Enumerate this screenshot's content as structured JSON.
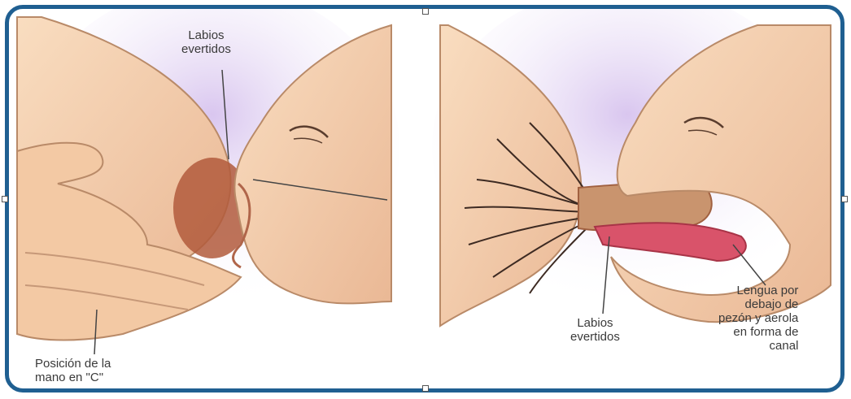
{
  "labels": {
    "top_left": [
      "Labios",
      "evertidos"
    ],
    "bottom_left": [
      "Posición de la",
      "mano en \"C\""
    ],
    "bottom_middle": [
      "Labios",
      "evertidos"
    ],
    "right": [
      "Lengua por",
      "debajo de",
      "pezón y aerola",
      "en forma de",
      "canal"
    ]
  },
  "colors": {
    "frame": "#1f5f91",
    "skin": "#f6d2ad",
    "lavender": "#cdb6e6",
    "areola": "#b25a3c",
    "tongue": "#d9536a"
  }
}
